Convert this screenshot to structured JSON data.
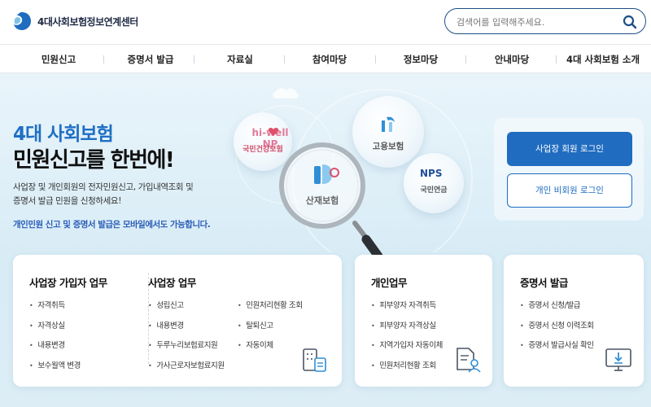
{
  "header": {
    "logo_text": "4대사회보험정보연계센터",
    "search": {
      "placeholder": "검색어를 입력해주세요."
    }
  },
  "nav": {
    "items": [
      "민원신고",
      "증명서 발급",
      "자료실",
      "참여마당",
      "정보마당",
      "안내마당",
      "4대 사회보험 소개"
    ]
  },
  "hero": {
    "title_line1": "4대 사회보험",
    "title_line2": "민원신고를 한번에!",
    "desc_line1": "사업장 및 개인회원의 전자민원신고, 가입내역조회 및",
    "desc_line2": "증명서 발급 민원을 신청하세요!",
    "note": "개인민원 신고 및 증명서 발급은 모바일에서도 가능합니다.",
    "bubbles": {
      "health": {
        "logo_text": "hi-well NP",
        "label": "국민건강보험"
      },
      "employment": {
        "label": "고용보험"
      },
      "pension": {
        "logo_text": "NPS",
        "label": "국민연금"
      },
      "accident": {
        "label": "산재보험"
      }
    }
  },
  "login": {
    "member_button": "사업장 회원 로그인",
    "guest_button": "개인 비회원 로그인"
  },
  "cards": {
    "business_subscriber": {
      "title": "사업장 가입자 업무",
      "items": [
        "자격취득",
        "자격상실",
        "내용변경",
        "보수월액 변경"
      ]
    },
    "business": {
      "title": "사업장 업무",
      "col1": [
        "성립신고",
        "내용변경",
        "두루누리보험료지원",
        "가사근로자보험료지원"
      ],
      "col2": [
        "민원처리현황 조회",
        "탈퇴신고",
        "자동이체"
      ]
    },
    "personal": {
      "title": "개인업무",
      "items": [
        "피부양자 자격취득",
        "피부양자 자격상실",
        "지역가입자 자동이체",
        "민원처리현황 조회"
      ]
    },
    "certificate": {
      "title": "증명서 발급",
      "items": [
        "증명서 신청/발급",
        "증명서 신청 이력조회",
        "증명서 발급사실 확인"
      ]
    }
  },
  "colors": {
    "brand_blue": "#1f6cc0",
    "title_blue": "#1e6fc4",
    "note_blue": "#2b5db8"
  }
}
